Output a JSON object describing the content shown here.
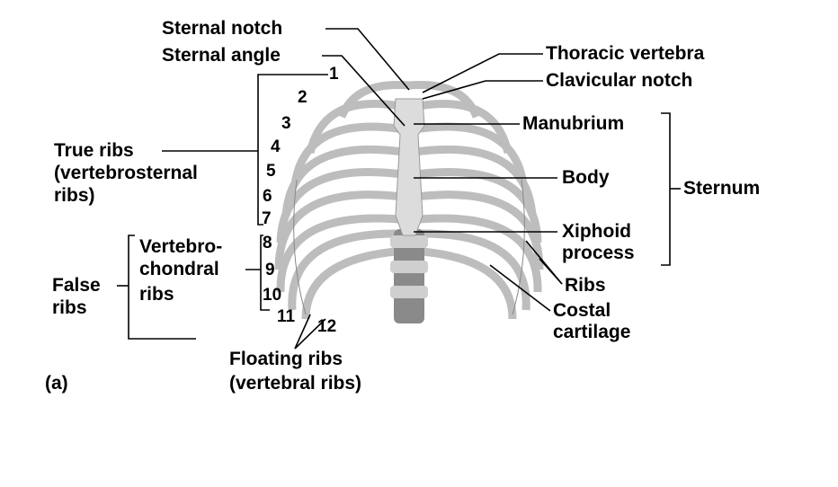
{
  "labels": {
    "sternal_notch": "Sternal notch",
    "sternal_angle": "Sternal angle",
    "thoracic_vertebra": "Thoracic vertebra",
    "clavicular_notch": "Clavicular notch",
    "manubrium": "Manubrium",
    "body": "Body",
    "sternum": "Sternum",
    "xiphoid_1": "Xiphoid",
    "xiphoid_2": "process",
    "ribs": "Ribs",
    "costal_1": "Costal",
    "costal_2": "cartilage",
    "true_1": "True ribs",
    "true_2": "(vertebrosternal",
    "true_3": "ribs)",
    "vc_1": "Vertebro-",
    "vc_2": "chondral",
    "vc_3": "ribs",
    "false_1": "False",
    "false_2": "ribs",
    "floating_1": "Floating ribs",
    "floating_2": "(vertebral ribs)",
    "panel": "(a)"
  },
  "rib_numbers": [
    "1",
    "2",
    "3",
    "4",
    "5",
    "6",
    "7",
    "8",
    "9",
    "10",
    "11",
    "12"
  ]
}
